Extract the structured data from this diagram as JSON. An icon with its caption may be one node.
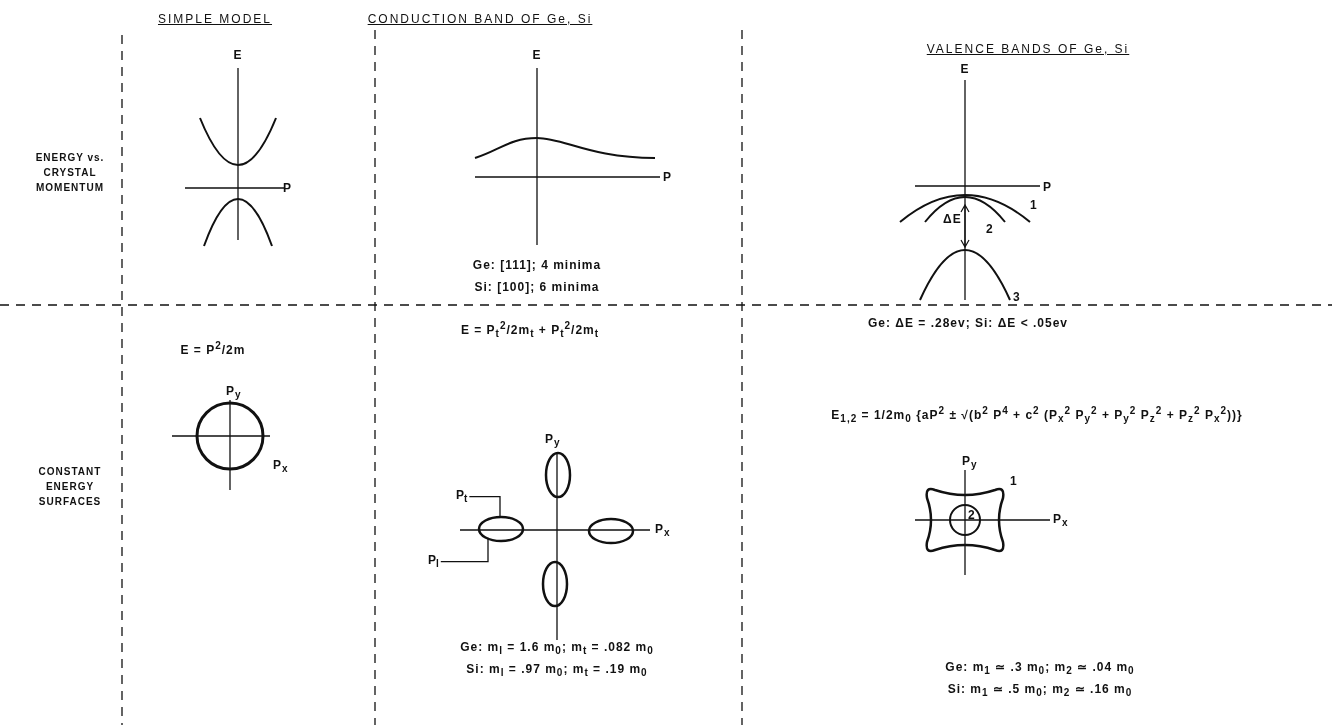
{
  "diagram": {
    "nodes": [
      {
        "text": [
          "P$_{t}$"
        ]
      },
      {
        "text": [
          "P$_{l}$"
        ]
      },
      {
        "text": [],
        "shape": "ellipse"
      }
    ],
    "edges": [
      {
        "from": 0,
        "to": 2,
        "arrow": "none"
      },
      {
        "from": 1,
        "to": 2,
        "arrow": "none"
      }
    ],
    "labels": [
      "SIMPLE MODEL",
      "CONDUCTION BAND OF Ge, Si",
      "VALENCE BANDS OF Ge, Si",
      "E",
      "E",
      "E",
      "ENERGY vs. CRYSTAL MOMENTUM",
      "P",
      "P",
      "P",
      "1",
      "ΔE",
      "2",
      "3",
      "Ge: [111]; 4 minima",
      "Si: [100]; 6 minima",
      "Ge: ΔE = .28ev; Si: ΔE < .05ev",
      "E = P$^{2}$/2m",
      "E = P$_{t}$$^{2}$/2m$_{t}$ + P$_{t}$$^{2}$/2m$_{t}$",
      "E$_{1,2}$ = 1/2m$_{0}$ {aP$^{2}$ ± √(b$^{2}$ P$^{4}$ + c$^{2}$ (P$_{x}$$^{2}$ P$_{y}$$^{2}$ + P$_{y}$$^{2}$ P$_{z}$$^{2}$ + P$_{z}$$^{2}$ P$_{x}$$^{2}$))}",
      "P$_{y}$",
      "P$_{y}$",
      "P$_{y}$",
      "CONSTANT ENERGY SURFACES",
      "P$_{x}$",
      "1",
      "2",
      "P$_{x}$",
      "P$_{x}$",
      "Ge: m$_{l}$ = 1.6 m$_{0}$; m$_{t}$ = .082 m$_{0}$",
      "Si: m$_{l}$ = .97 m$_{0}$; m$_{t}$ = .19 m$_{0}$",
      "Ge: m$_{1}$ ≃ .3 m$_{0}$; m$_{2}$ ≃ .04 m$_{0}$",
      "Si: m$_{1}$ ≃ .5 m$_{0}$; m$_{2}$ ≃ .16 m$_{0}$"
    ]
  }
}
